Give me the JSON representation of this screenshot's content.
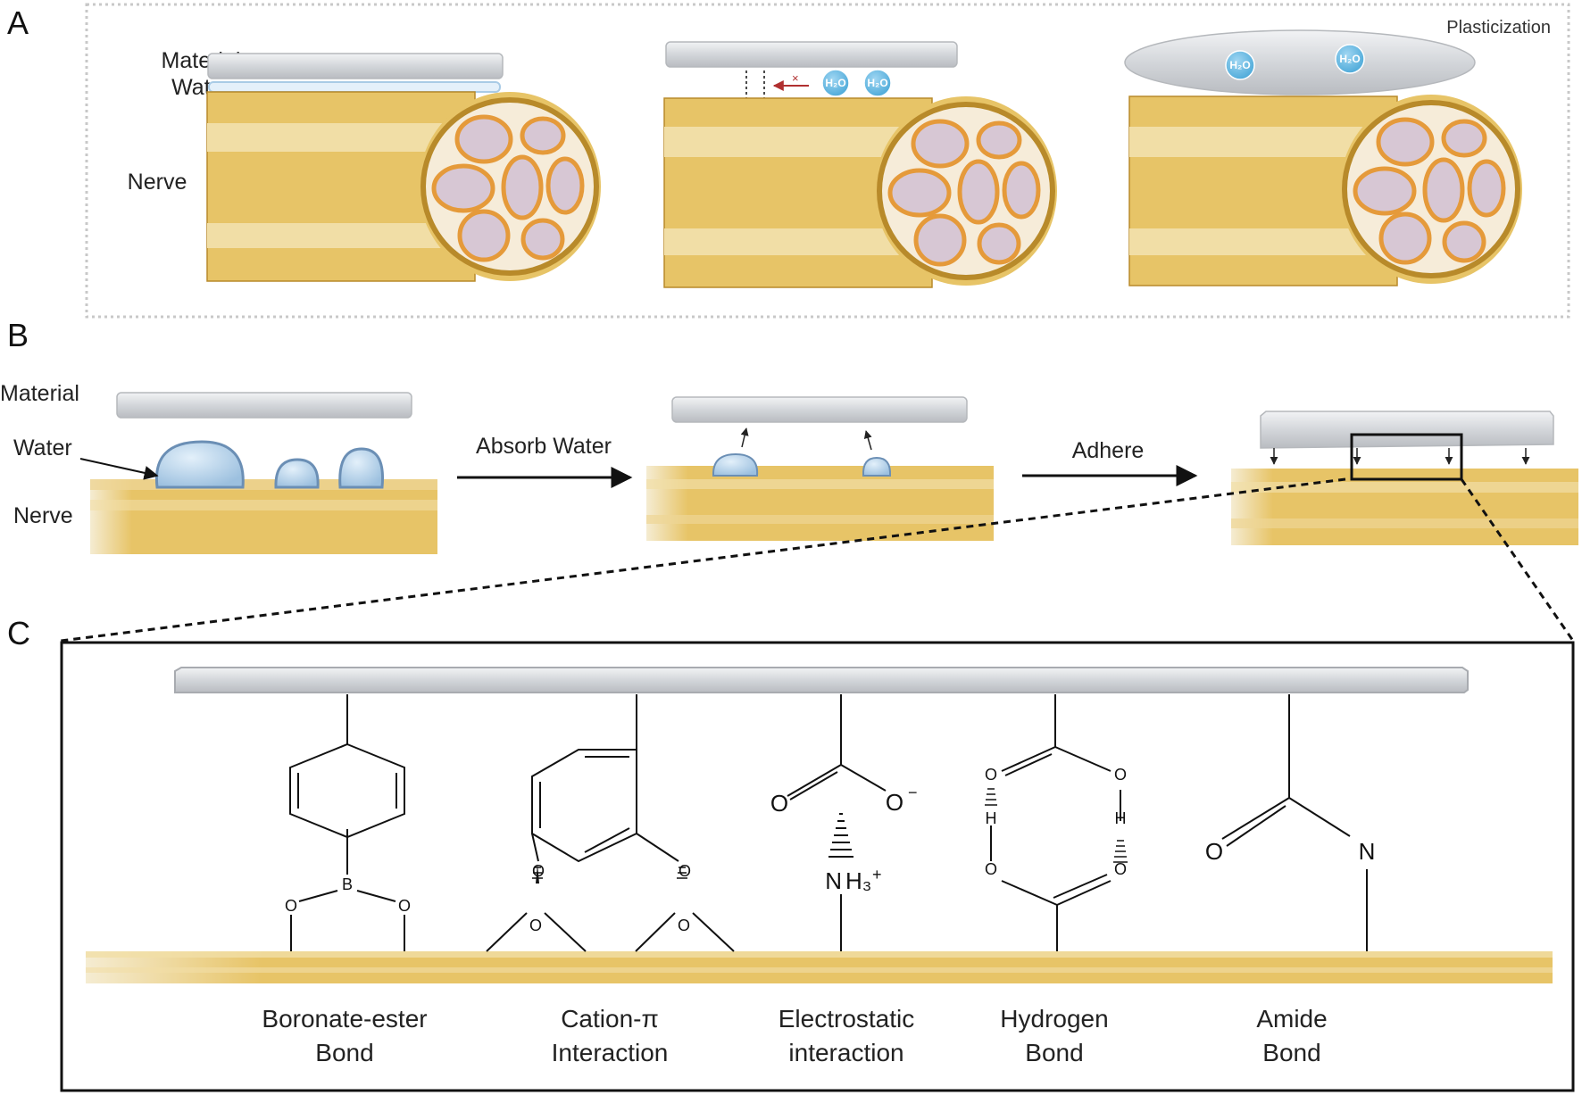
{
  "panels": {
    "a": {
      "letter": "A",
      "labels": {
        "material": "Material",
        "water": "Water",
        "nerve": "Nerve"
      },
      "plasticization": "Plasticization",
      "h2o_mol": [
        "H₂O",
        "H₂O"
      ],
      "h2o_mol2": [
        "H₂O",
        "H₂O"
      ],
      "blocked_mark": "×"
    },
    "b": {
      "letter": "B",
      "labels": {
        "material": "Material",
        "water": "Water",
        "nerve": "Nerve"
      },
      "step1": "Absorb Water",
      "step2": "Adhere"
    },
    "c": {
      "letter": "C",
      "bonds": [
        {
          "line1": "Boronate-ester",
          "line2": "Bond"
        },
        {
          "line1": "Cation-π",
          "line2": "Interaction"
        },
        {
          "line1": "Electrostatic",
          "line2": "interaction"
        },
        {
          "line1": "Hydrogen",
          "line2": "Bond"
        },
        {
          "line1": "Amide",
          "line2": "Bond"
        }
      ],
      "atoms": {
        "B": "B",
        "O": "O",
        "O_minus": "O",
        "minus": "−",
        "N": "N",
        "H3": "H₃",
        "plus": "+",
        "H": "H"
      }
    }
  },
  "colors": {
    "nerve": "#e7c467",
    "nerve_light": "#f1dea6",
    "material": "#d6d8db",
    "water": "#a9cbe6",
    "fascicle": "#e59a3a",
    "arrow_red": "#b03030"
  }
}
